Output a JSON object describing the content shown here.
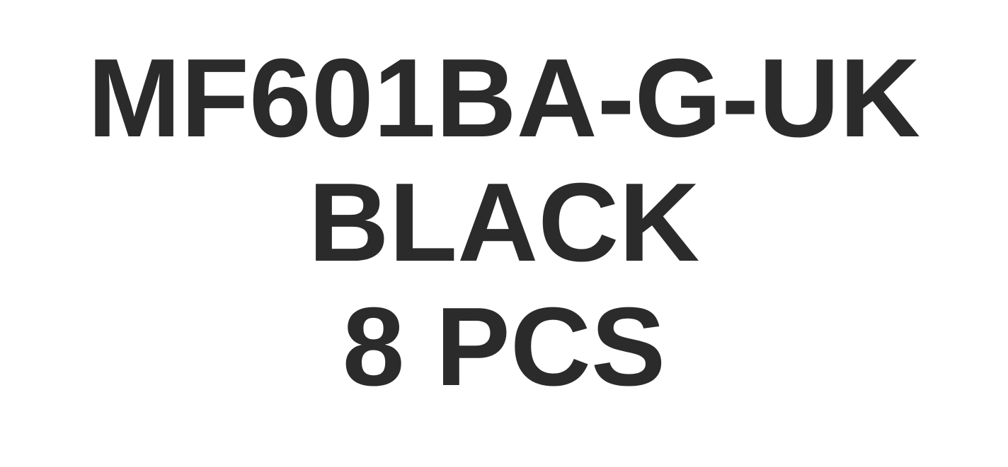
{
  "label": {
    "model_code": "MF601BA-G-UK",
    "color_name": "BLACK",
    "quantity": "8 PCS"
  },
  "colors": {
    "text": "#2b2b2b",
    "background": "#ffffff"
  }
}
